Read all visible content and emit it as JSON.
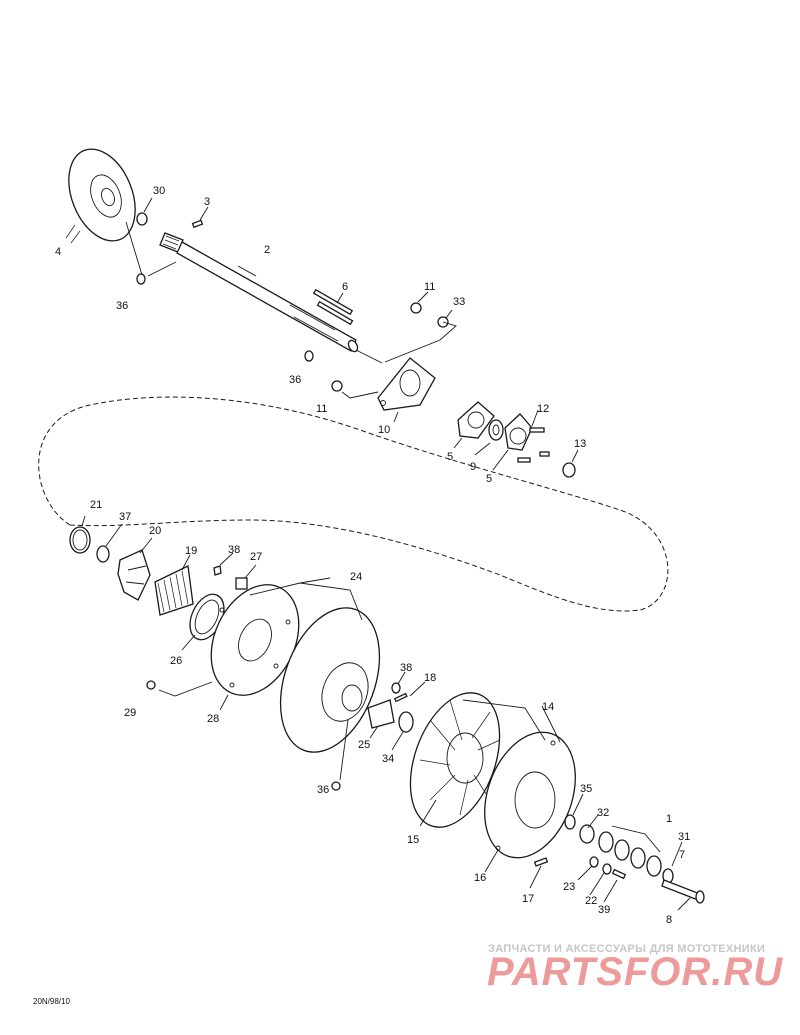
{
  "diagram": {
    "code": "20N/98/10",
    "callouts": [
      "1",
      "2",
      "3",
      "4",
      "5",
      "5",
      "6",
      "7",
      "8",
      "9",
      "10",
      "11",
      "11",
      "12",
      "13",
      "14",
      "15",
      "16",
      "17",
      "18",
      "19",
      "20",
      "21",
      "22",
      "23",
      "24",
      "25",
      "26",
      "27",
      "28",
      "29",
      "30",
      "31",
      "32",
      "33",
      "34",
      "35",
      "36",
      "36",
      "36",
      "37",
      "38",
      "38",
      "39"
    ]
  },
  "watermark": {
    "tagline": "ЗАПЧАСТИ И АКСЕССУАРЫ ДЛЯ МОТОТЕХНИКИ",
    "logo": "PARTSFOR.RU"
  },
  "colors": {
    "line": "#1a1a1a",
    "watermark_logo": "#ec9a9a",
    "watermark_tagline": "#c6c6c6"
  }
}
